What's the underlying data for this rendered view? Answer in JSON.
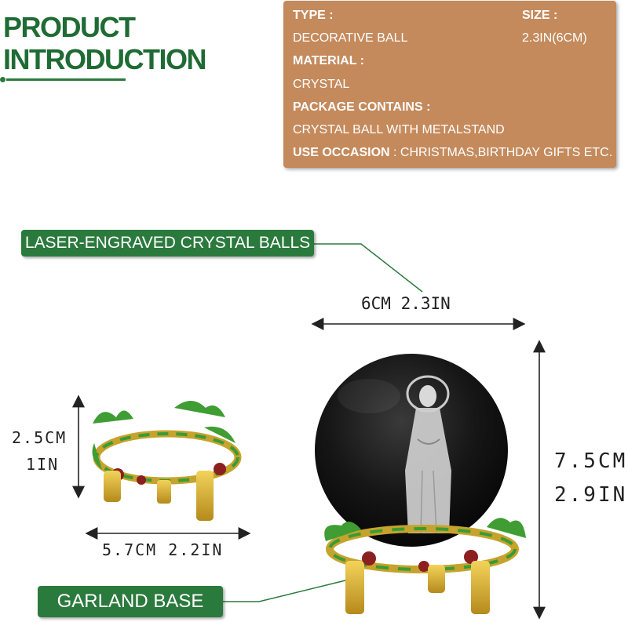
{
  "title": {
    "line1": "PRODUCT",
    "line2": "INTRODUCTION"
  },
  "info": {
    "type_label": "TYPE :",
    "type_value": "DECORATIVE BALL",
    "size_label": "SIZE :",
    "size_value": "2.3IN(6CM)",
    "material_label": "MATERIAL :",
    "material_value": "CRYSTAL",
    "package_label": "PACKAGE CONTAINS :",
    "package_value": "CRYSTAL BALL WITH METALSTAND",
    "occasion_label": "USE OCCASION",
    "occasion_value": ": CHRISTMAS,BIRTHDAY GIFTS ETC."
  },
  "callouts": {
    "crystal": "LASER-ENGRAVED CRYSTAL BALLS",
    "base": "GARLAND BASE"
  },
  "dimensions": {
    "ball_width": "6CM 2.3IN",
    "base_height_cm": "2.5CM",
    "base_height_in": "1IN",
    "base_width": "5.7CM 2.2IN",
    "total_height_cm": "7.5CM",
    "total_height_in": "2.9IN"
  },
  "colors": {
    "brand_green": "#2b7a3d",
    "info_bg": "#c48a5c"
  }
}
